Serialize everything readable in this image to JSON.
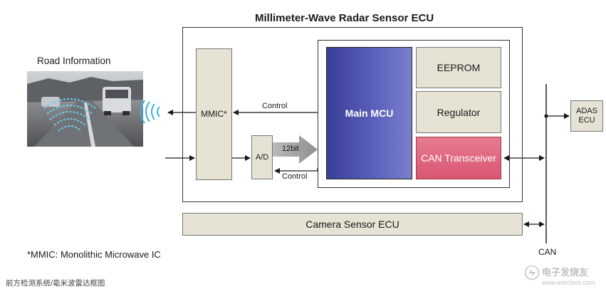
{
  "title": "Millimeter-Wave Radar Sensor ECU",
  "road_label": "Road Information",
  "blocks": {
    "mmic": "MMIC*",
    "main_mcu": "Main MCU",
    "eeprom": "EEPROM",
    "regulator": "Regulator",
    "can_transceiver": "CAN Transceiver",
    "ad": "A/D",
    "camera_ecu": "Camera Sensor ECU",
    "adas_ecu_line1": "ADAS",
    "adas_ecu_line2": "ECU"
  },
  "labels": {
    "control_top": "Control",
    "control_bottom": "Control",
    "bits": "12bit",
    "can": "CAN"
  },
  "footnote": "*MMIC: Monolithic Microwave IC",
  "caption": "前方检测系统/毫米波雷达框图",
  "watermark": {
    "line1": "电子发烧友",
    "line2": "www.elecfans.com"
  }
}
